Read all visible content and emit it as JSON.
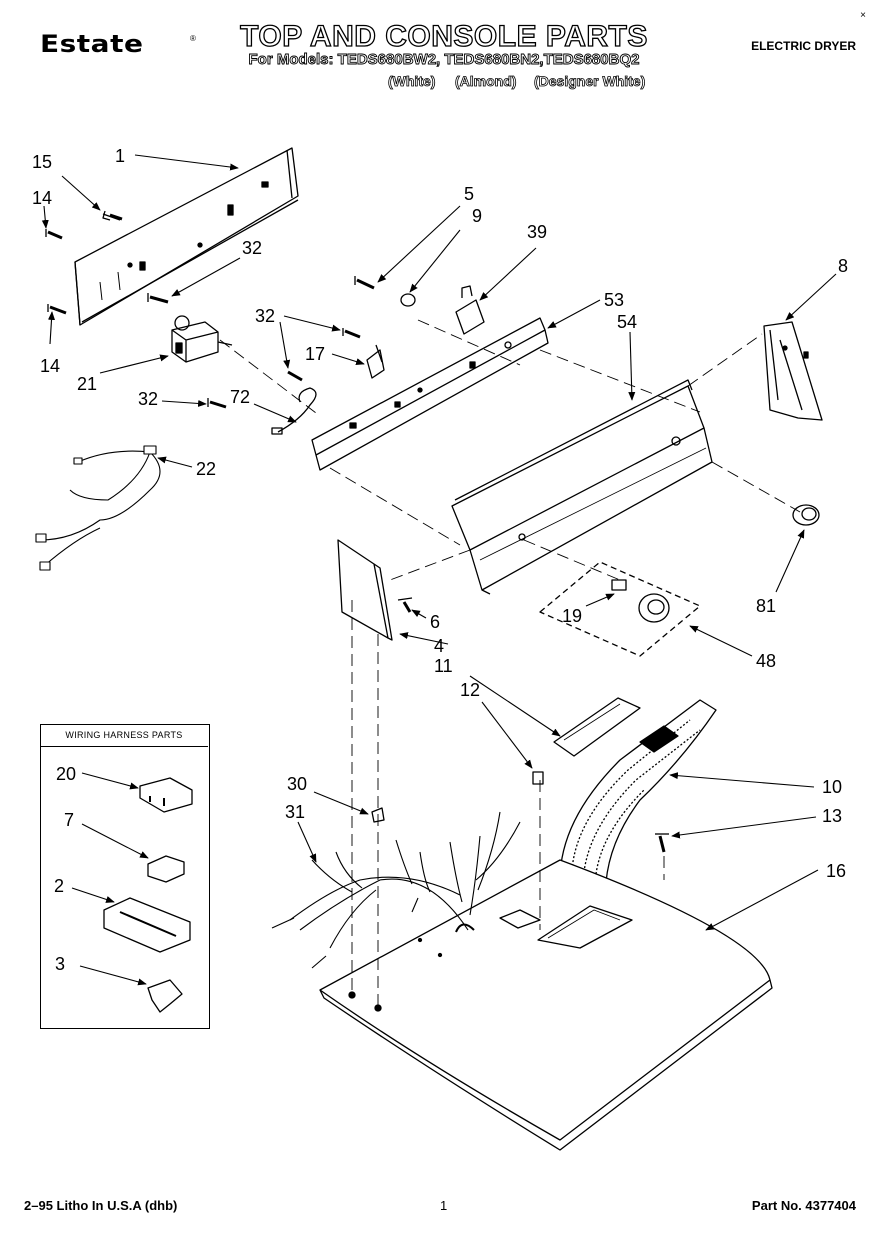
{
  "header": {
    "brand": "Estate",
    "brand_mark": "®",
    "title": "TOP AND CONSOLE PARTS",
    "models_line": "For Models: TEDS680BW2, TEDS680BN2,TEDS680BQ2",
    "colors": [
      "(White)",
      "(Almond)",
      "(Designer White)"
    ],
    "product": "ELECTRIC DRYER",
    "corner_mark": "×"
  },
  "inset": {
    "title": "WIRING HARNESS PARTS"
  },
  "callouts": [
    {
      "id": "c1",
      "label": "1"
    },
    {
      "id": "c15",
      "label": "15"
    },
    {
      "id": "c14a",
      "label": "14"
    },
    {
      "id": "c32a",
      "label": "32"
    },
    {
      "id": "c14b",
      "label": "14"
    },
    {
      "id": "c21",
      "label": "21"
    },
    {
      "id": "c32b",
      "label": "32"
    },
    {
      "id": "c17",
      "label": "17"
    },
    {
      "id": "c32c",
      "label": "32"
    },
    {
      "id": "c72",
      "label": "72"
    },
    {
      "id": "c22",
      "label": "22"
    },
    {
      "id": "c5",
      "label": "5"
    },
    {
      "id": "c9",
      "label": "9"
    },
    {
      "id": "c39",
      "label": "39"
    },
    {
      "id": "c53",
      "label": "53"
    },
    {
      "id": "c54",
      "label": "54"
    },
    {
      "id": "c8",
      "label": "8"
    },
    {
      "id": "c81",
      "label": "81"
    },
    {
      "id": "c19",
      "label": "19"
    },
    {
      "id": "c48",
      "label": "48"
    },
    {
      "id": "c6",
      "label": "6"
    },
    {
      "id": "c4",
      "label": "4"
    },
    {
      "id": "c11",
      "label": "11"
    },
    {
      "id": "c12",
      "label": "12"
    },
    {
      "id": "c10",
      "label": "10"
    },
    {
      "id": "c13",
      "label": "13"
    },
    {
      "id": "c16",
      "label": "16"
    },
    {
      "id": "c30",
      "label": "30"
    },
    {
      "id": "c31",
      "label": "31"
    },
    {
      "id": "c20",
      "label": "20"
    },
    {
      "id": "c7",
      "label": "7"
    },
    {
      "id": "c2",
      "label": "2"
    },
    {
      "id": "c3",
      "label": "3"
    }
  ],
  "footer": {
    "left": "2–95 Litho In U.S.A (dhb)",
    "page": "1",
    "part_no": "Part No. 4377404"
  }
}
